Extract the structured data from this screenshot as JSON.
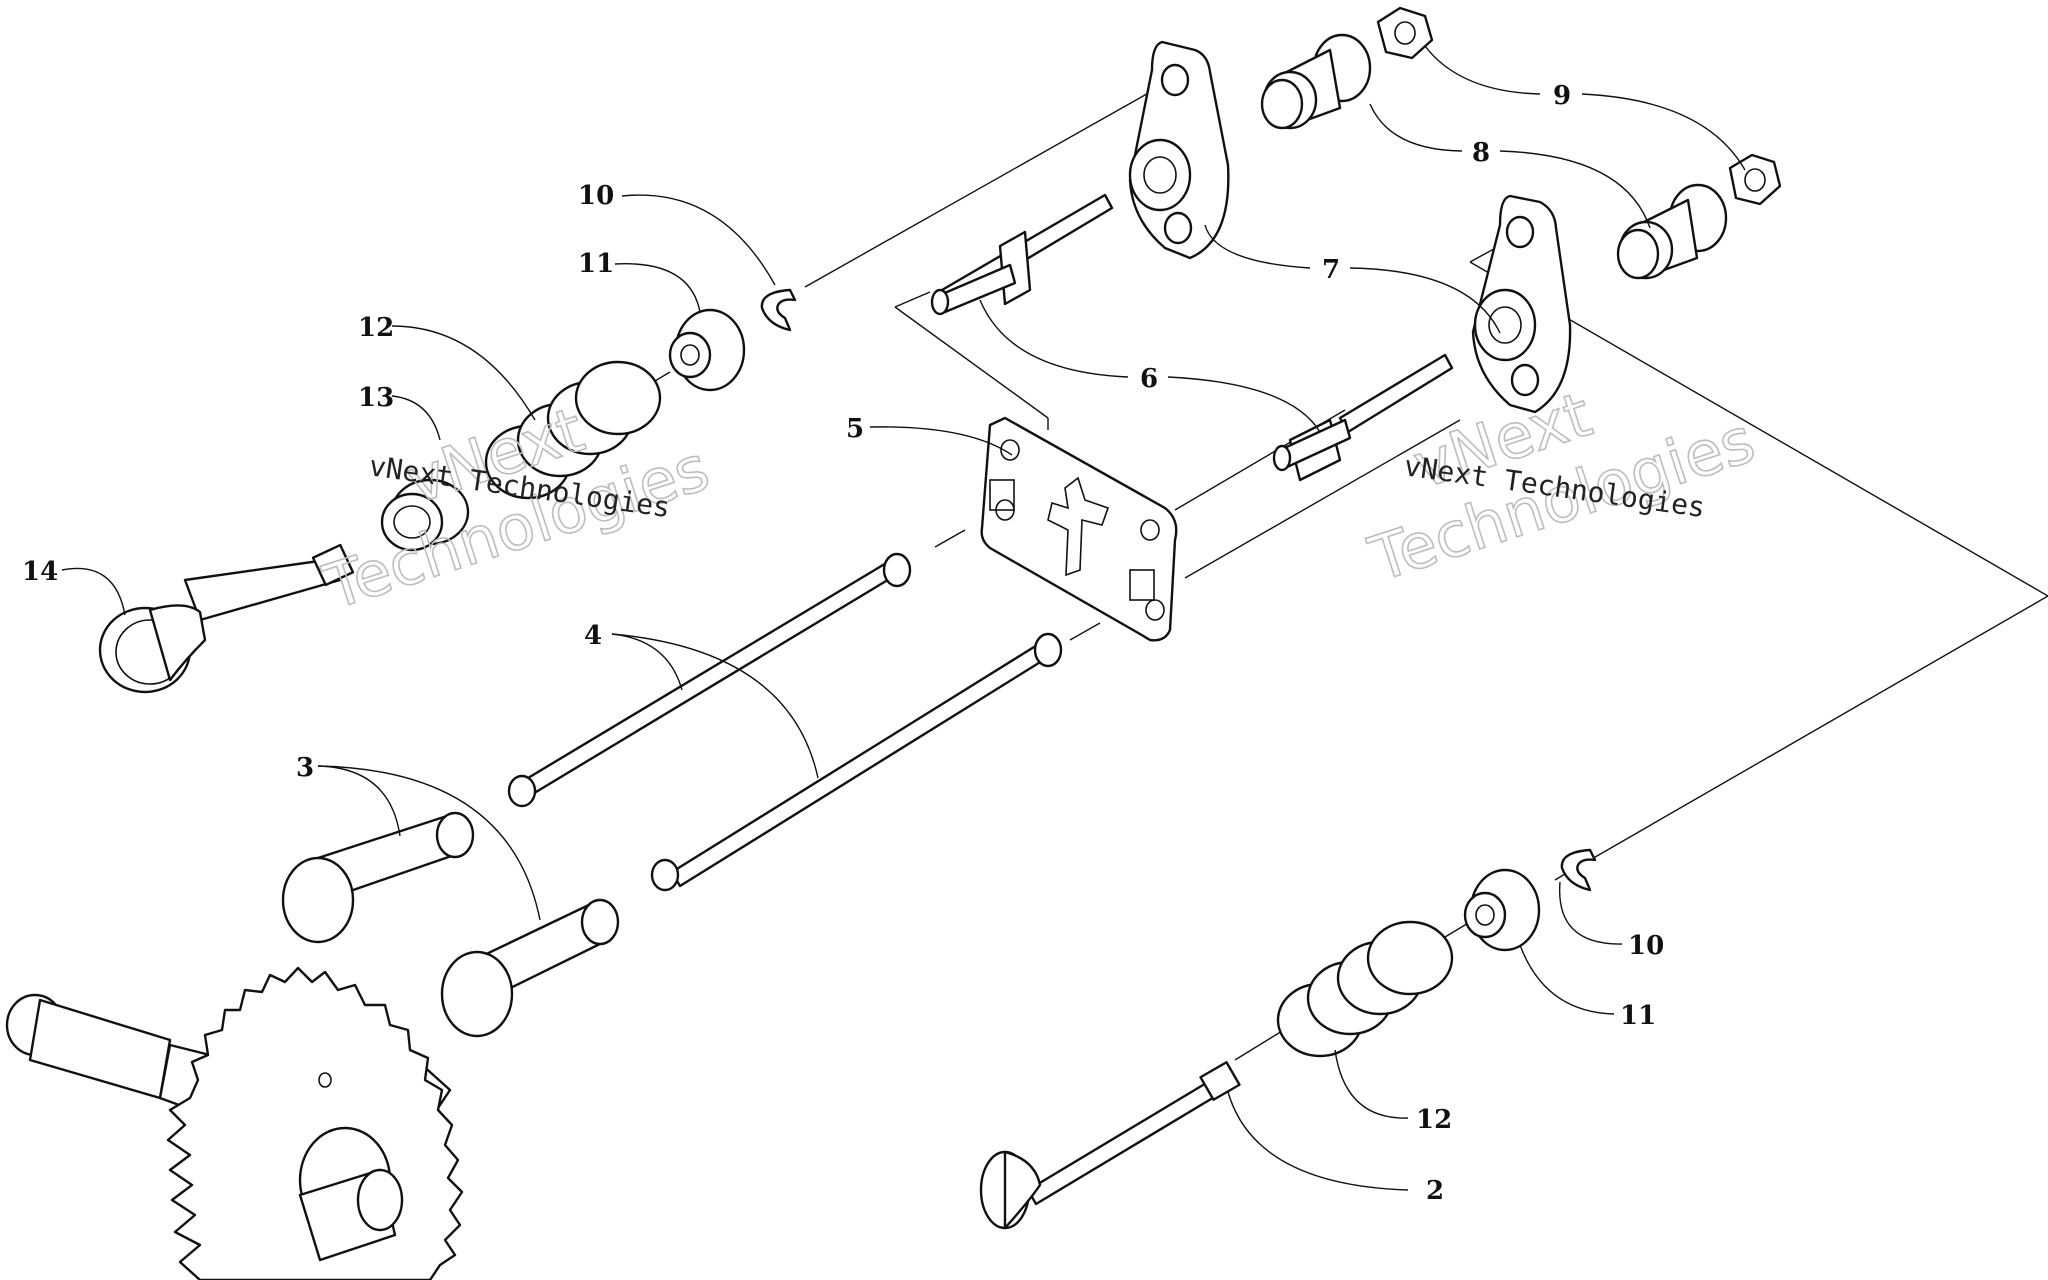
{
  "callouts": {
    "c2": "2",
    "c3": "3",
    "c4": "4",
    "c5": "5",
    "c6": "6",
    "c7": "7",
    "c8": "8",
    "c9": "9",
    "c10a": "10",
    "c10b": "10",
    "c11a": "11",
    "c11b": "11",
    "c12a": "12",
    "c12b": "12",
    "c13": "13",
    "c14": "14"
  },
  "watermark": {
    "left_big_1": "vNext",
    "left_big_2": "Technologies",
    "left_small": "vNext Technologies",
    "right_big_1": "vNext",
    "right_big_2": "Technologies",
    "right_small": "vNext Technologies"
  }
}
